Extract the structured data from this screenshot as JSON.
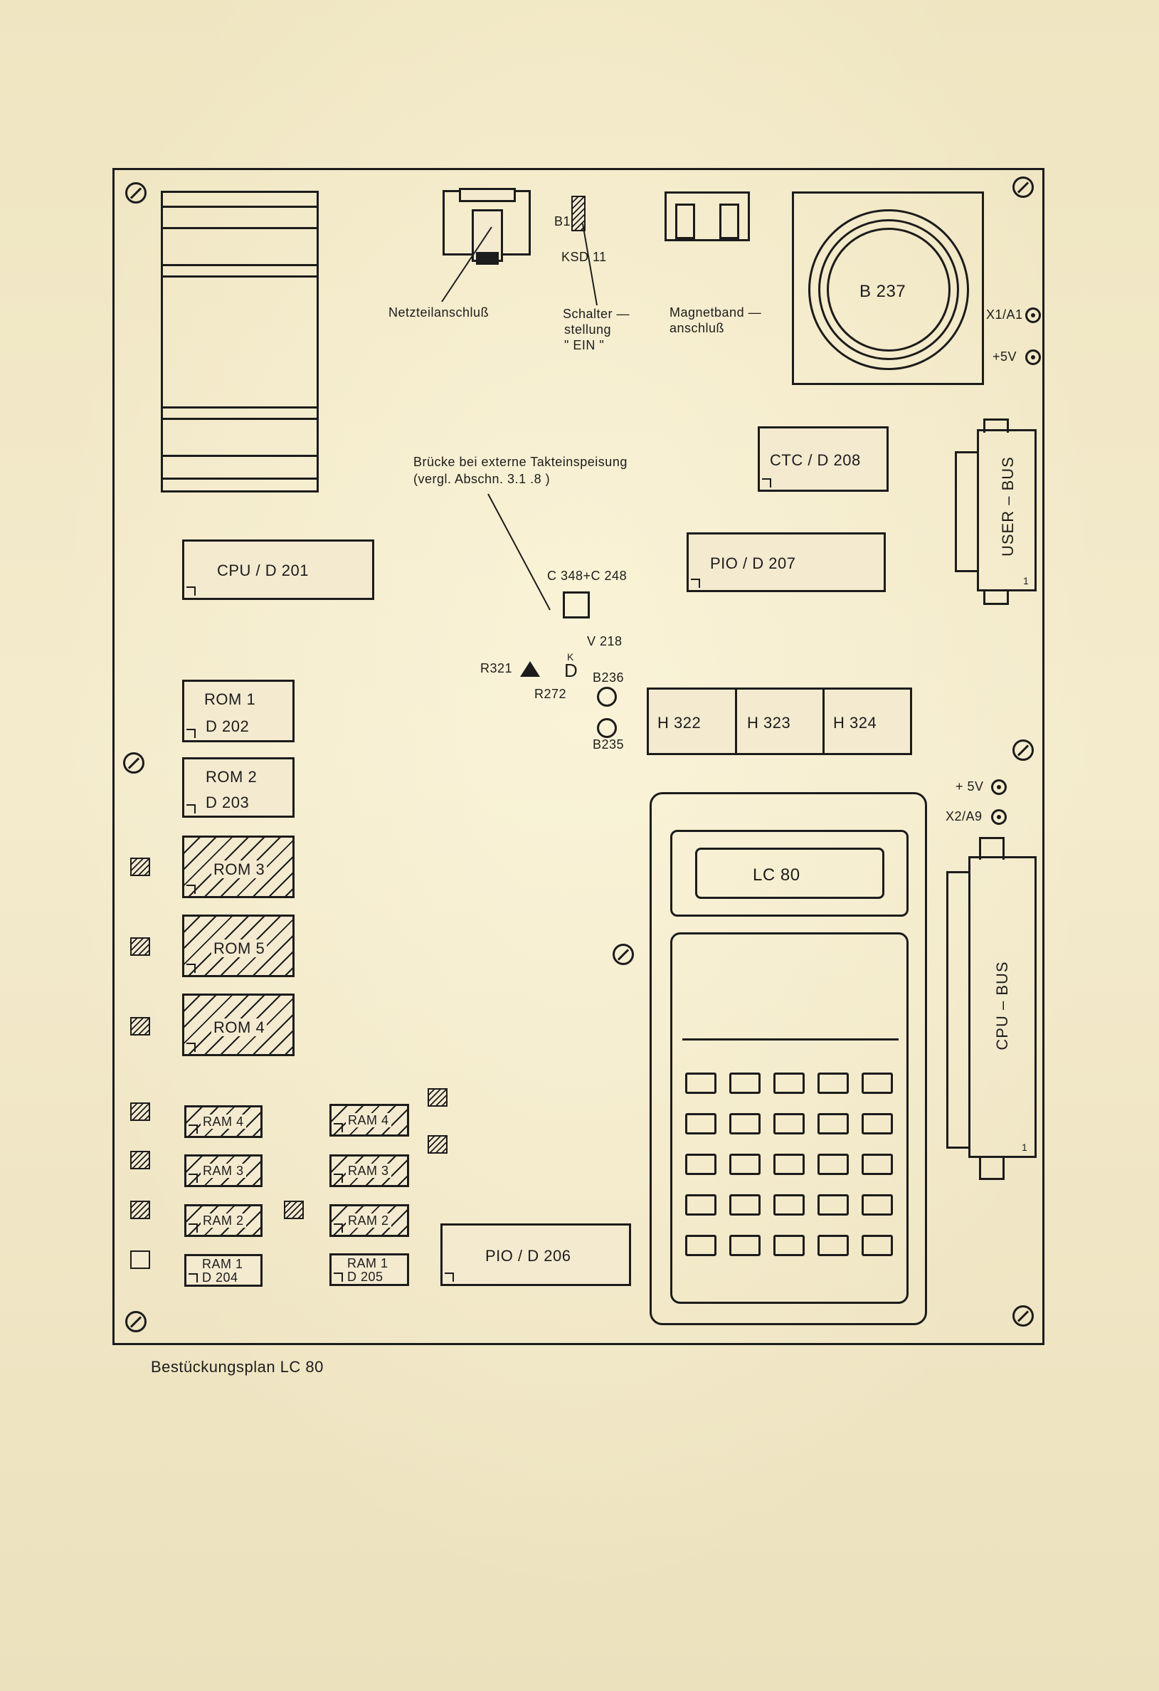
{
  "caption": "Bestückungsplan LC 80",
  "top": {
    "power_connector": "Netzteilanschluß",
    "b1": "B1",
    "switch_part": "KSD 11",
    "switch_label_1": "Schalter —",
    "switch_label_2": "stellung",
    "switch_label_3": "\" EIN \"",
    "tape_label_1": "Magnetband —",
    "tape_label_2": "anschluß",
    "speaker": "B 237",
    "x1": "X1/A1",
    "plus5v_top": "+5V"
  },
  "bridge": {
    "line1": "Brücke bei  externe Takteinspeisung",
    "line2": "(vergl. Abschn.  3.1 .8 )",
    "cap": "C 348+C 248",
    "transistor": "V 218",
    "resistor1": "R321",
    "resistor2": "R272",
    "diode_k": "K",
    "b236": "B236",
    "b235": "B235"
  },
  "chips": {
    "cpu": "CPU  /  D 201",
    "ctc": "CTC / D 208",
    "pio207": "PIO   / D 207",
    "rom1_a": "ROM 1",
    "rom1_b": "D 202",
    "rom2_a": "ROM 2",
    "rom2_b": "D 203",
    "rom3": "ROM 3",
    "rom5": "ROM 5",
    "rom4": "ROM 4",
    "h322": "H 322",
    "h323": "H 323",
    "h324": "H 324",
    "ram4_l": "RAM 4",
    "ram3_l": "RAM 3",
    "ram2_l": "RAM 2",
    "ram1_l_a": "RAM 1",
    "ram1_l_b": "D 204",
    "ram4_r": "RAM 4",
    "ram3_r": "RAM 3",
    "ram2_r": "RAM 2",
    "ram1_r_a": "RAM 1",
    "ram1_r_b": "D 205",
    "pio206": "PIO / D 206"
  },
  "right": {
    "user_bus": "USER – BUS",
    "user_pin": "1",
    "plus5v_mid": "+ 5V",
    "x2": "X2/A9",
    "cpu_bus": "CPU – BUS",
    "cpu_pin": "1"
  },
  "device": {
    "display": "LC  80"
  }
}
